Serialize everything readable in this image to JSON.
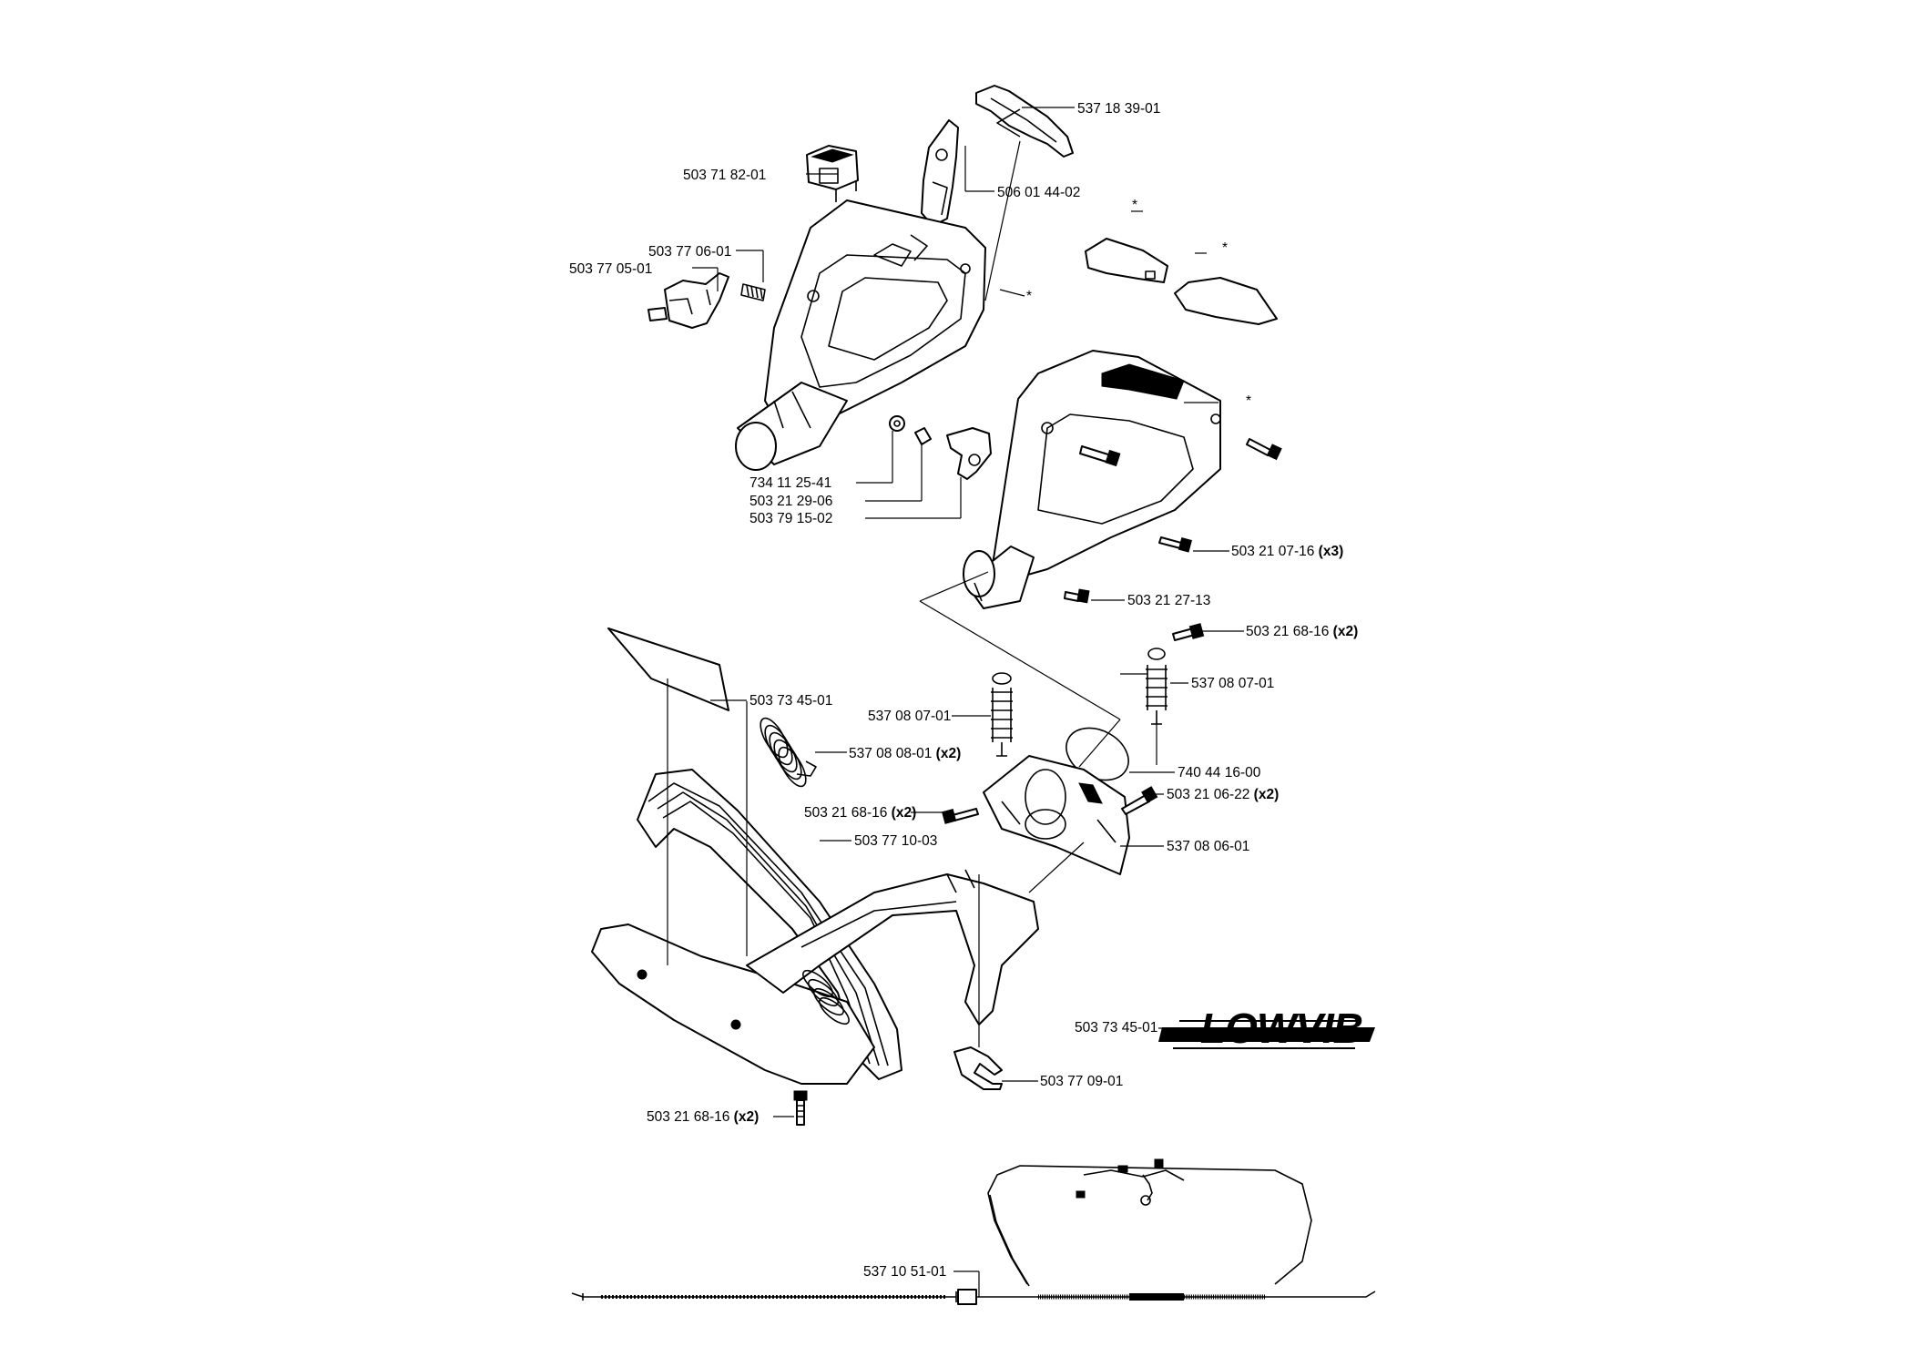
{
  "parts": {
    "p537183901": "537 18 39-01",
    "p503718201": "503 71 82-01",
    "p506014402": "506 01 44-02",
    "p503770601": "503 77 06-01",
    "p503770501": "503 77 05-01",
    "star": "*",
    "p734112541": "734 11 25-41",
    "p503212906": "503 21 29-06",
    "p503791502": "503 79 15-02",
    "p503210716": "503 21 07-16",
    "q3": "(x3)",
    "p503212713": "503  21 27-13",
    "p503216816": "503 21 68-16",
    "q2": "(x2)",
    "p537080701": "537 08 07-01",
    "p503734501": "503 73 45-01",
    "p537080801": "537 08 08-01",
    "p740441600": "740 44 16-00",
    "p503210622": "503 21 06-22",
    "p503771003": "503 77 10-03",
    "p537080601": "537 08 06-01",
    "p503770901": "503 77 09-01",
    "p537105101": "537 10 51-01"
  },
  "logo_text": "LOWVIB"
}
